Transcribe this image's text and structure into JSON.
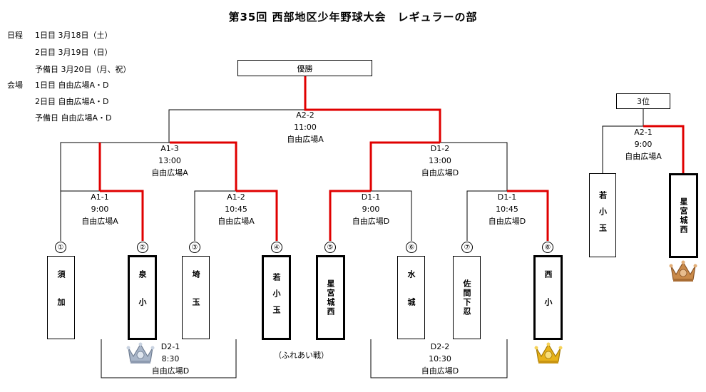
{
  "title": "第35回 西部地区少年野球大会　レギュラーの部",
  "schedule": {
    "label": "日程",
    "day1": "1日目 3月18日（土）",
    "day2": "2日目 3月19日（日）",
    "reserve": "予備日 3月20日（月、祝）"
  },
  "venue": {
    "label": "会場",
    "day1": "1日目 自由広場A・D",
    "day2": "2日目 自由広場A・D",
    "reserve": "予備日 自由広場A・D"
  },
  "champion_label": "優勝",
  "third_label": "3位",
  "friendly_label": "（ふれあい戦）",
  "teams": [
    {
      "num": "①",
      "name": "須加"
    },
    {
      "num": "②",
      "name": "泉小"
    },
    {
      "num": "③",
      "name": "埼玉"
    },
    {
      "num": "④",
      "name": "若小玉"
    },
    {
      "num": "⑤",
      "name": "星宮城西"
    },
    {
      "num": "⑥",
      "name": "水城"
    },
    {
      "num": "⑦",
      "name": "佐間下忍"
    },
    {
      "num": "⑧",
      "name": "西小"
    }
  ],
  "third_teams": [
    {
      "name": "若小玉"
    },
    {
      "name": "星宮城西"
    }
  ],
  "matches": {
    "a1_1": {
      "code": "A1-1",
      "time": "9:00",
      "venue": "自由広場A"
    },
    "a1_2": {
      "code": "A1-2",
      "time": "10:45",
      "venue": "自由広場A"
    },
    "d1_1": {
      "code": "D1-1",
      "time": "9:00",
      "venue": "自由広場D"
    },
    "d1_1b": {
      "code": "D1-1",
      "time": "10:45",
      "venue": "自由広場D"
    },
    "a1_3": {
      "code": "A1-3",
      "time": "13:00",
      "venue": "自由広場A"
    },
    "d1_2": {
      "code": "D1-2",
      "time": "13:00",
      "venue": "自由広場D"
    },
    "a2_2": {
      "code": "A2-2",
      "time": "11:00",
      "venue": "自由広場A"
    },
    "a2_1": {
      "code": "A2-1",
      "time": "9:00",
      "venue": "自由広場A"
    },
    "d2_1": {
      "code": "D2-1",
      "time": "8:30",
      "venue": "自由広場D"
    },
    "d2_2": {
      "code": "D2-2",
      "time": "10:30",
      "venue": "自由広場D"
    }
  },
  "colors": {
    "winner_line": "#e00000",
    "normal_line": "#000000",
    "gold": "#e8b31a",
    "silver": "#a9b6c9",
    "bronze": "#c98a4a"
  }
}
